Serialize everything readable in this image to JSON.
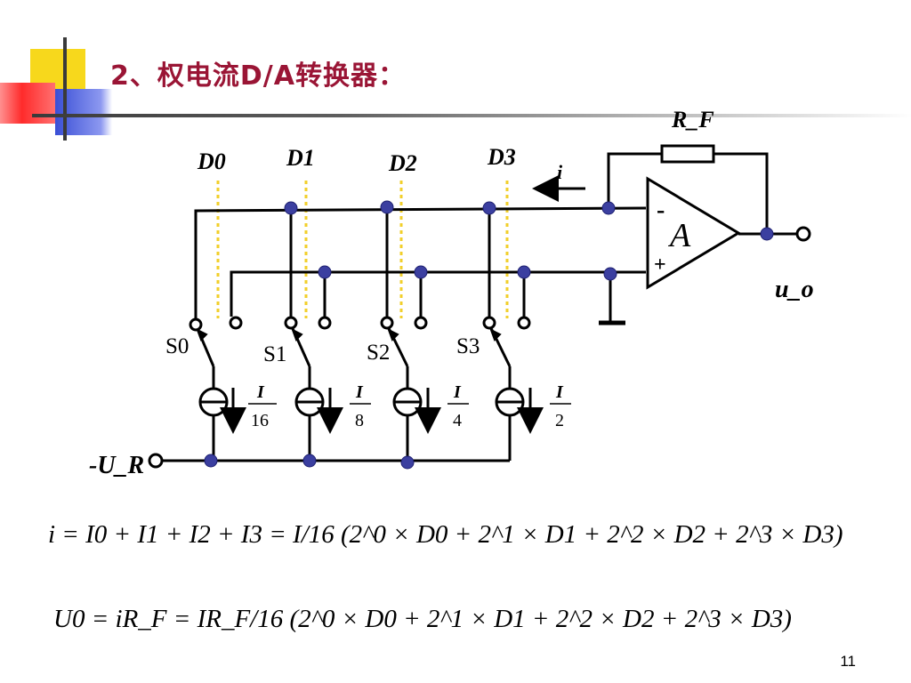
{
  "slide": {
    "title": "2、权电流D/A转换器：",
    "page_number": "11"
  },
  "circuit": {
    "data_inputs": [
      "D0",
      "D1",
      "D2",
      "D3"
    ],
    "switches": [
      "S0",
      "S1",
      "S2",
      "S3"
    ],
    "current_sources": [
      {
        "numerator": "I",
        "denominator": "16"
      },
      {
        "numerator": "I",
        "denominator": "8"
      },
      {
        "numerator": "I",
        "denominator": "4"
      },
      {
        "numerator": "I",
        "denominator": "2"
      }
    ],
    "feedback_resistor": "R_F",
    "current_label": "i",
    "amplifier_label": "A",
    "minus_input": "-",
    "plus_input": "+",
    "output_label": "u_o",
    "reference": "-U_R"
  },
  "formulas": [
    "i = I0 + I1 + I2 + I3 = I/16 (2^0 × D0 + 2^1 × D1 + 2^2 × D2 + 2^3 × D3)",
    "U0 = iR_F = IR_F/16 (2^0 × D0 + 2^1 × D1 + 2^2 × D2 + 2^3 × D3)"
  ],
  "colors": {
    "title": "#9a1535",
    "wire": "#000000",
    "node": "#3b3fa0",
    "data_line": "#f2cf2a",
    "deco_yellow": "#f7d81c",
    "deco_blue": "#3a4fd6",
    "deco_red": "#ff3a3a"
  }
}
